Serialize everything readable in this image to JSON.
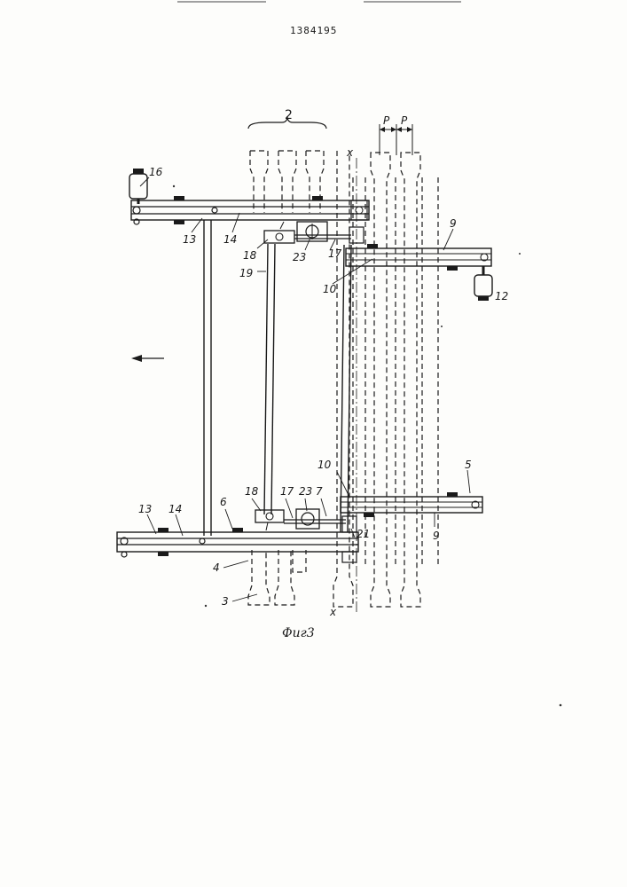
{
  "document": {
    "number": "1384195",
    "figure_caption": "Фиг3"
  },
  "labels": {
    "l2": "2",
    "lP1": "P",
    "lP2": "P",
    "lX_top": "x",
    "lX_bottom": "x",
    "l16": "16",
    "l13_top": "13",
    "l14_top": "14",
    "l18_top": "18",
    "l23_top": "23",
    "l17_top": "17",
    "l9_top": "9",
    "l10_top": "10",
    "l19": "19",
    "l12": "12",
    "l10_bottom": "10",
    "l5": "5",
    "l18_bottom": "18",
    "l17_bottom": "17",
    "l23_bottom": "23",
    "l7": "7",
    "l6": "6",
    "l13_bottom": "13",
    "l14_bottom": "14",
    "l21": "21",
    "l9_bottom": "9",
    "l4": "4",
    "l3": "3"
  }
}
